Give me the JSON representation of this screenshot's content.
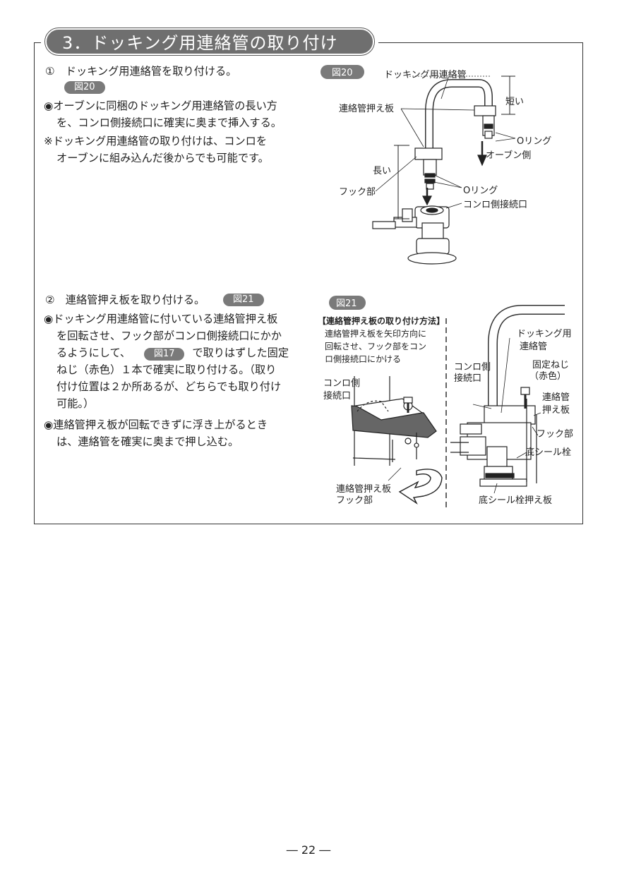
{
  "section": {
    "title": "3．ドッキング用連絡管の取り付け"
  },
  "step1": {
    "heading": "①　ドッキング用連絡管を取り付ける。",
    "fig_badge": "図20",
    "bullet1_line1": "◉オーブンに同梱のドッキング用連絡管の長い方",
    "bullet1_line2": "を、コンロ側接続口に確実に奥まで挿入する。",
    "note_line1": "※ドッキング用連絡管の取り付けは、コンロを",
    "note_line2": "オーブンに組み込んだ後からでも可能です。"
  },
  "step2": {
    "heading": "②　連絡管押え板を取り付ける。",
    "fig_badge": "図21",
    "bullet1_line1": "◉ドッキング用連絡管に付いている連絡管押え板",
    "bullet1_line2": "を回転させ、フック部がコンロ側接続口にかか",
    "bullet1_line3a": "るようにして、",
    "bullet1_line3_badge": "図17",
    "bullet1_line3b": "で取りはずした固定",
    "bullet1_line4": "ねじ（赤色）１本で確実に取り付ける。（取り",
    "bullet1_line5": "付け位置は２か所あるが、どちらでも取り付け",
    "bullet1_line6": "可能。）",
    "bullet2_line1": "◉連絡管押え板が回転できずに浮き上がるとき",
    "bullet2_line2": "は、連絡管を確実に奥まで押し込む。"
  },
  "fig20": {
    "badge": "図20",
    "pipe_label": "ドッキング用連絡管",
    "plate_label": "連絡管押え板",
    "short_label": "短い",
    "long_label": "長い",
    "oring_top": "Oリング",
    "oven_side": "オーブン側",
    "hook_label": "フック部",
    "oring_bottom": "Oリング",
    "stove_port": "コンロ側接続口"
  },
  "fig21": {
    "badge": "図21",
    "method_title": "【連絡管押え板の取り付け方法】",
    "method_line1": "連絡管押え板を矢印方向に",
    "method_line2": "回転させ、フック部をコン",
    "method_line3": "ロ側接続口にかける",
    "left_port_1": "コンロ側",
    "left_port_2": "接続口",
    "left_plate": "連絡管押え板",
    "left_hook": "フック部",
    "right_port_1": "コンロ側",
    "right_port_2": "接続口",
    "pipe_1": "ドッキング用",
    "pipe_2": "連絡管",
    "screw_1": "固定ねじ",
    "screw_2": "（赤色）",
    "plate_1": "連絡管",
    "plate_2": "押え板",
    "hook": "フック部",
    "seal_plug": "底シール栓",
    "seal_plate": "底シール栓押え板"
  },
  "page_number": "― 22 ―"
}
